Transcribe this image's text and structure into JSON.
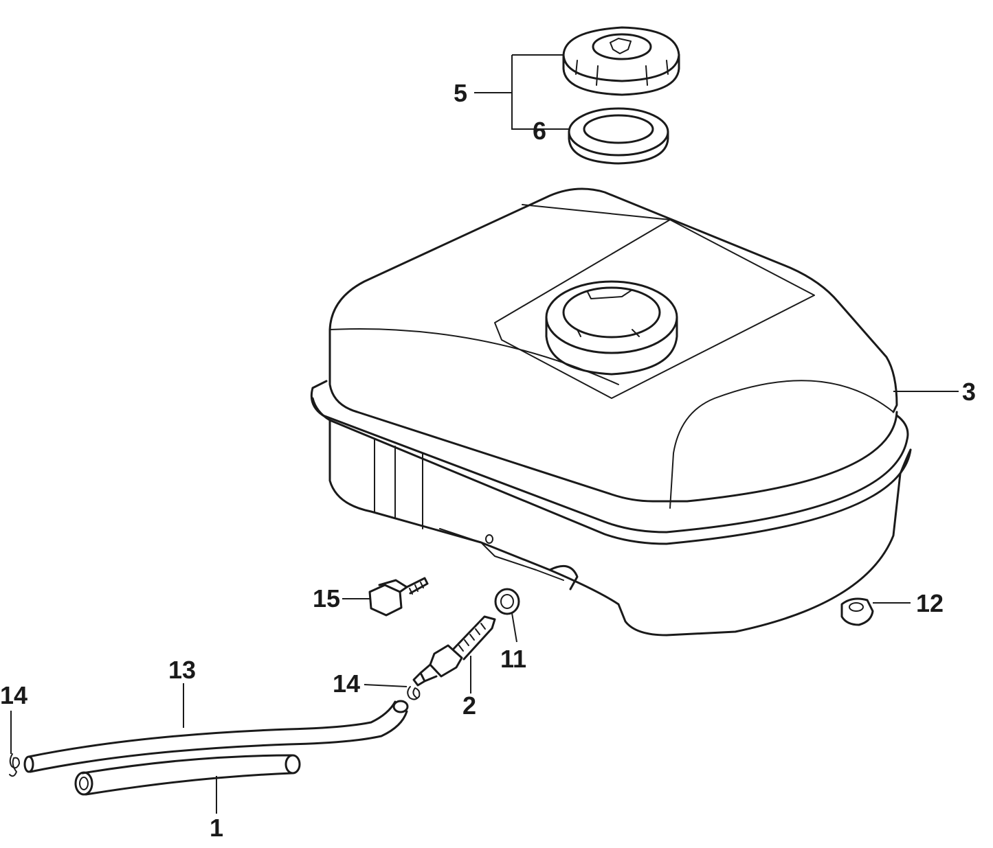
{
  "callouts": [
    {
      "id": "1",
      "text": "1"
    },
    {
      "id": "2",
      "text": "2"
    },
    {
      "id": "3",
      "text": "3"
    },
    {
      "id": "5",
      "text": "5"
    },
    {
      "id": "6",
      "text": "6"
    },
    {
      "id": "11",
      "text": "11"
    },
    {
      "id": "12",
      "text": "12"
    },
    {
      "id": "13",
      "text": "13"
    },
    {
      "id": "14a",
      "text": "14"
    },
    {
      "id": "14b",
      "text": "14"
    },
    {
      "id": "15",
      "text": "15"
    }
  ]
}
